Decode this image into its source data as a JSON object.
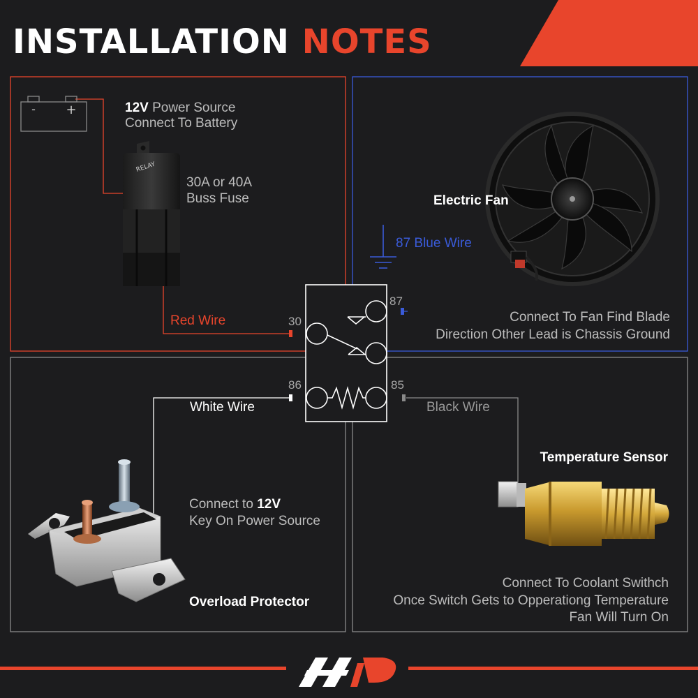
{
  "title": {
    "part1": "INSTALLATION",
    "part2": "NOTES"
  },
  "colors": {
    "accent_red": "#e8452c",
    "accent_blue": "#3a5bd9",
    "panel_gray": "#8a8a8a",
    "background": "#1c1c1e",
    "text_light": "#bdbdbd",
    "text_white": "#ffffff"
  },
  "battery": {
    "minus": "-",
    "plus": "+"
  },
  "power_source": {
    "voltage": "12V",
    "line1_rest": "Power Source",
    "line2": "Connect To Battery"
  },
  "relay_body_text": "RELAY",
  "fuse": {
    "line1": "30A or 40A",
    "line2": "Buss Fuse"
  },
  "red_wire": "Red Wire",
  "fan": {
    "title": "Electric Fan",
    "wire": "87 Blue Wire",
    "note_line1": "Connect To Fan Find Blade",
    "note_line2": "Direction Other Lead is Chassis Ground"
  },
  "pins": {
    "p30": "30",
    "p87": "87",
    "p86": "86",
    "p85": "85"
  },
  "white_wire": "White Wire",
  "black_wire": "Black Wire",
  "protector": {
    "line1_pre": "Connect to",
    "voltage": "12V",
    "line2": "Key On Power Source",
    "title": "Overload Protector"
  },
  "sensor": {
    "title": "Temperature Sensor",
    "note_line1": "Connect To Coolant Swithch",
    "note_line2": "Once Switch Gets to Opperationg Temperature",
    "note_line3": "Fan Will Turn On"
  },
  "icons": [
    "battery-icon",
    "relay-icon",
    "fan-icon",
    "ground-icon",
    "relay-schematic-icon",
    "circuit-breaker-icon",
    "temperature-sensor-icon",
    "brand-logo-icon"
  ]
}
